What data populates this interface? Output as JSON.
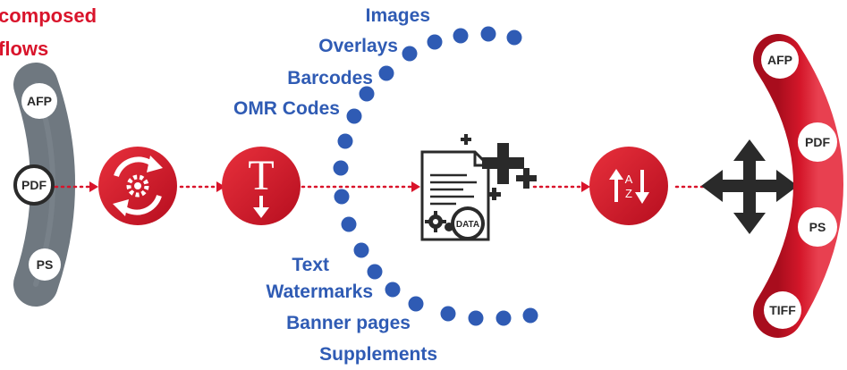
{
  "header": {
    "line1": "composed",
    "line2": "flows"
  },
  "input_formats": [
    "AFP",
    "PDF",
    "PS"
  ],
  "output_formats": [
    "AFP",
    "PDF",
    "PS",
    "TIFF"
  ],
  "upper_labels": [
    "Images",
    "Overlays",
    "Barcodes",
    "OMR Codes"
  ],
  "lower_labels": [
    "Text",
    "Watermarks",
    "Banner pages",
    "Supplements"
  ],
  "data_badge": "DATA",
  "sort_glyph": "A\nZ",
  "icons": {
    "convert": "gear-recycle-icon",
    "text": "text-down-icon",
    "document": "document-data-icon",
    "sort": "sort-az-icon",
    "distribute": "four-way-arrows-icon"
  },
  "colors": {
    "red": "#d9142b",
    "darkred": "#b0101f",
    "blue": "#2f5bb4",
    "gray": "#6f7880",
    "dark": "#2a2a2a"
  }
}
